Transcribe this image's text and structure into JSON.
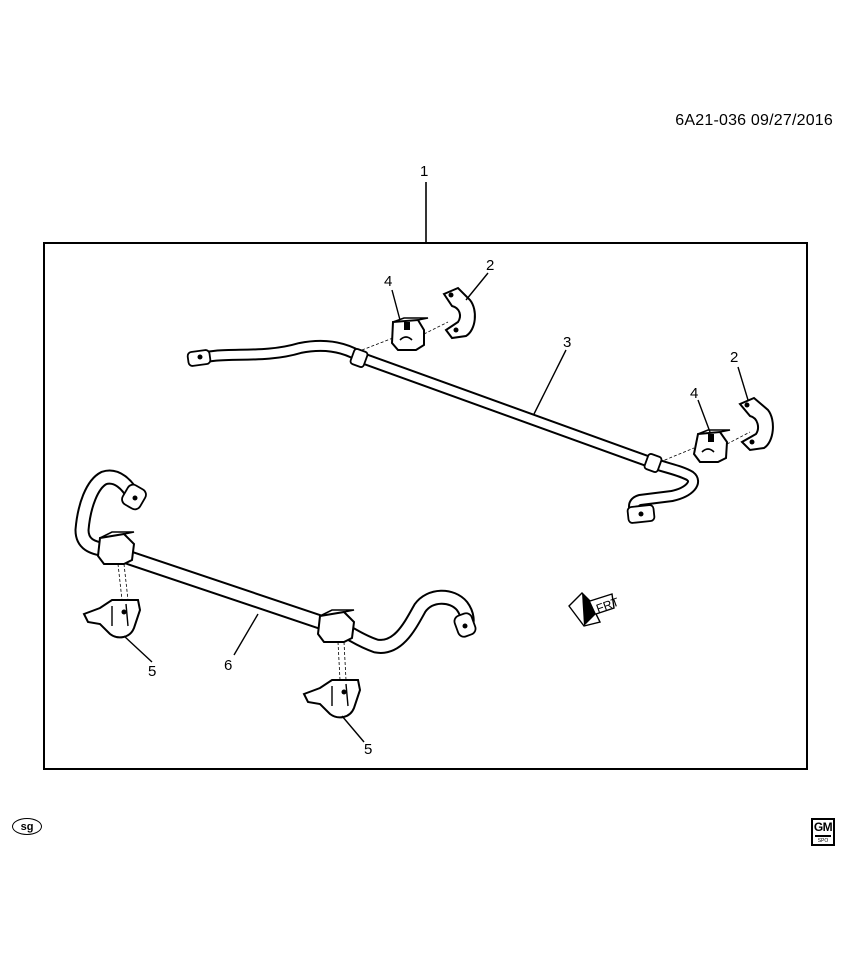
{
  "header": {
    "doc_id": "6A21-036  09/27/2016"
  },
  "callouts": {
    "c1": "1",
    "c2a": "2",
    "c2b": "2",
    "c3": "3",
    "c4a": "4",
    "c4b": "4",
    "c5a": "5",
    "c5b": "5",
    "c6": "6"
  },
  "direction_arrow": {
    "label": "FRT"
  },
  "footer": {
    "badge": "sg",
    "logo_main": "GM",
    "logo_sub": "SPO"
  }
}
